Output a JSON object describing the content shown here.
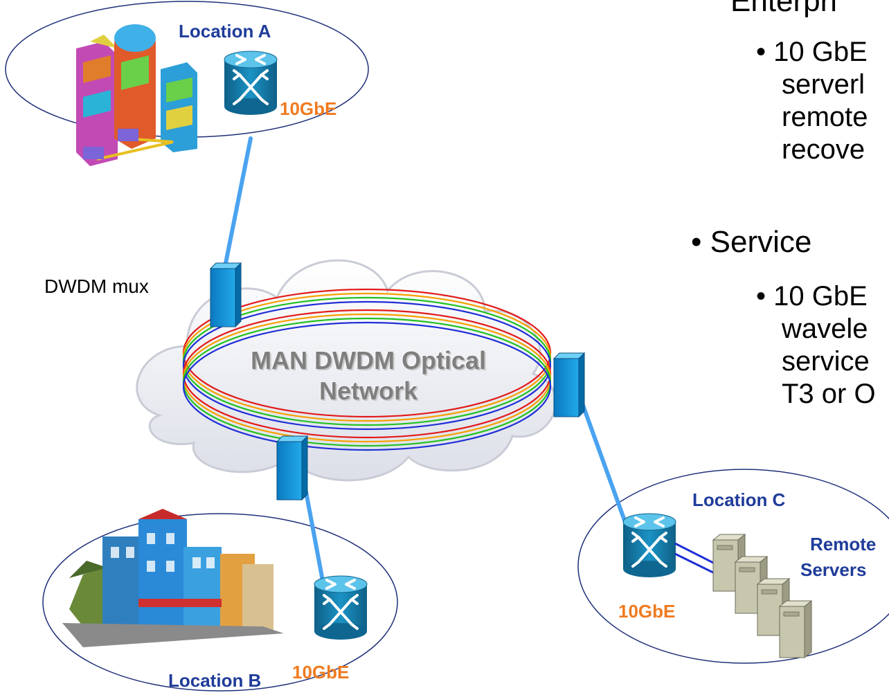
{
  "diagram": {
    "locations": {
      "a": {
        "label": "Location A",
        "link": "10GbE"
      },
      "b": {
        "label": "Location B",
        "link": "10GbE"
      },
      "c": {
        "label": "Location C",
        "link": "10GbE",
        "servers_label_1": "Remote",
        "servers_label_2": "Servers"
      }
    },
    "mux_label": "DWDM mux",
    "network_label_1": "MAN DWDM Optical",
    "network_label_2": "Network",
    "colors": {
      "location_text": "#1f3c9a",
      "link_text": "#f07a1e",
      "fiber": "#4aa3f0",
      "router": "#1a8fc0"
    }
  },
  "text_panel": {
    "line1": "Enterpri",
    "sub1": [
      "• 10 GbE",
      "serverl",
      "remote",
      "recove"
    ],
    "bullet2": "•   Service",
    "sub2": [
      "• 10 GbE",
      "wavele",
      "service",
      "T3 or O"
    ]
  }
}
